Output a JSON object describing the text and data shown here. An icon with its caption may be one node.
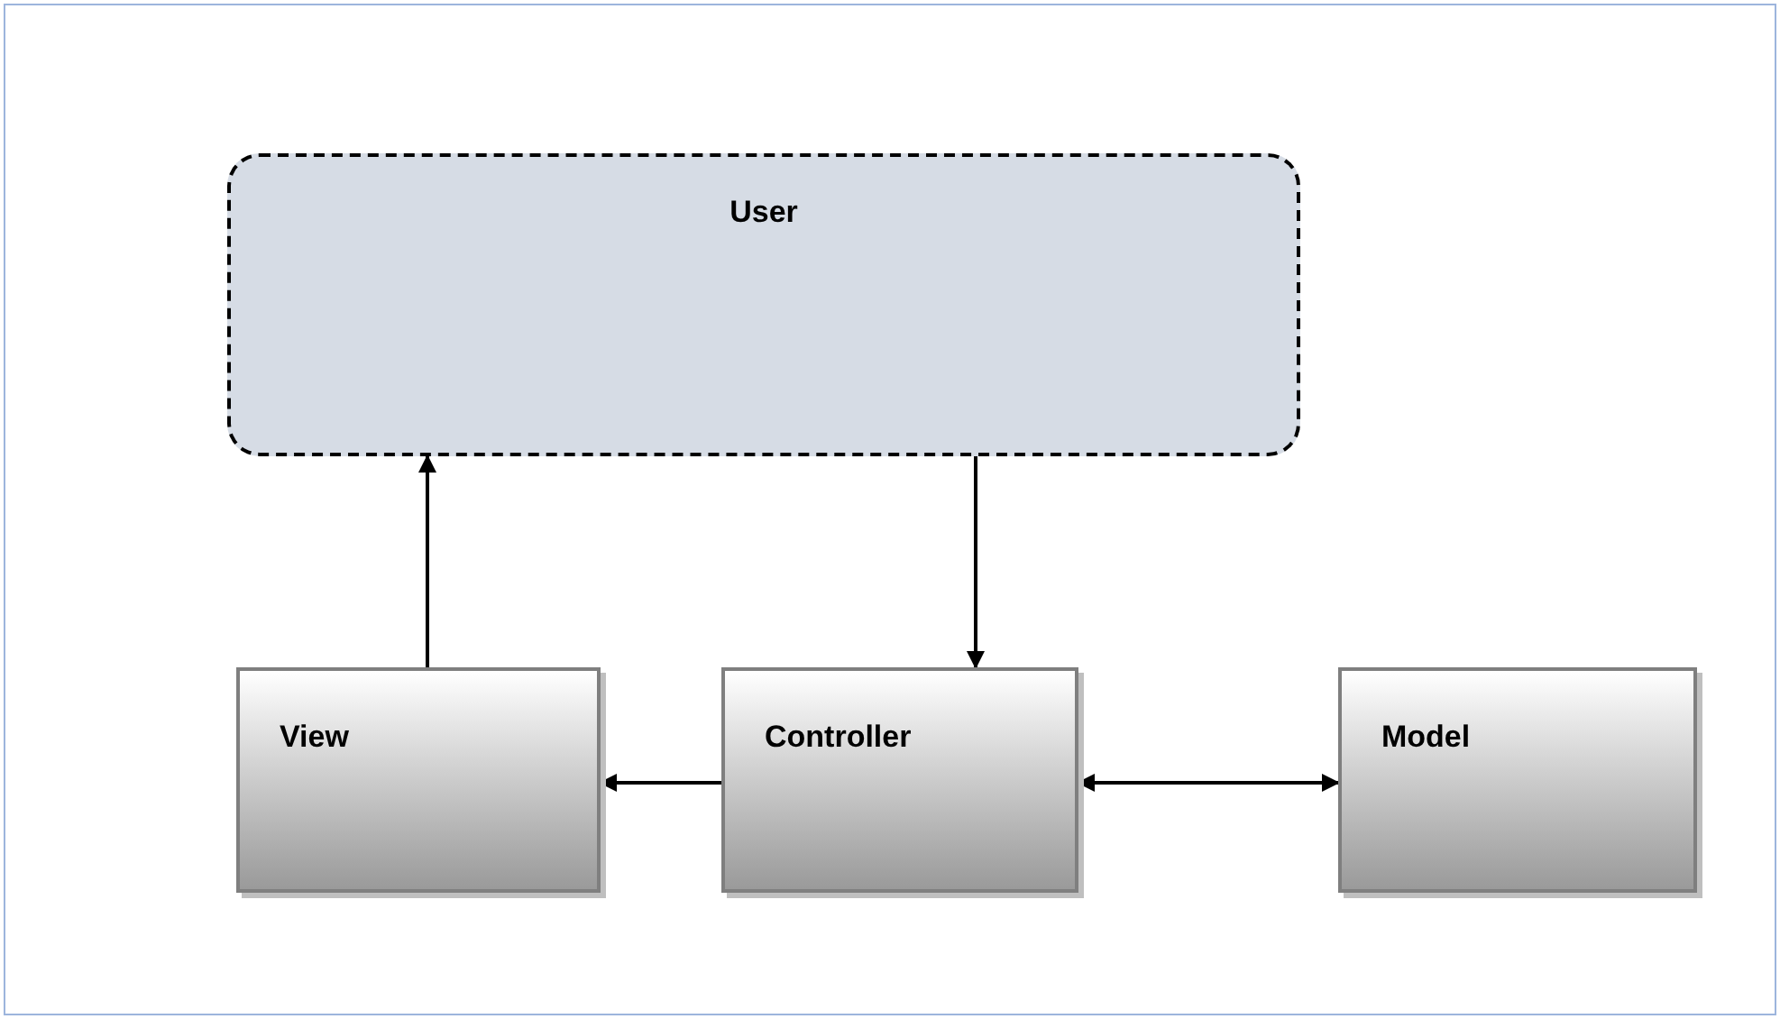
{
  "diagram": {
    "nodes": [
      {
        "text": [
          "User"
        ]
      },
      {
        "text": [
          "View"
        ]
      },
      {
        "text": [
          "Controller"
        ]
      },
      {
        "text": [
          "Model"
        ]
      }
    ],
    "edges": [
      {
        "from": 1,
        "to": 0,
        "arrow": "to"
      },
      {
        "from": 0,
        "to": 2,
        "arrow": "to"
      },
      {
        "from": 2,
        "to": 1,
        "arrow": "to"
      },
      {
        "from": 2,
        "to": 3,
        "arrow": "both"
      }
    ]
  }
}
